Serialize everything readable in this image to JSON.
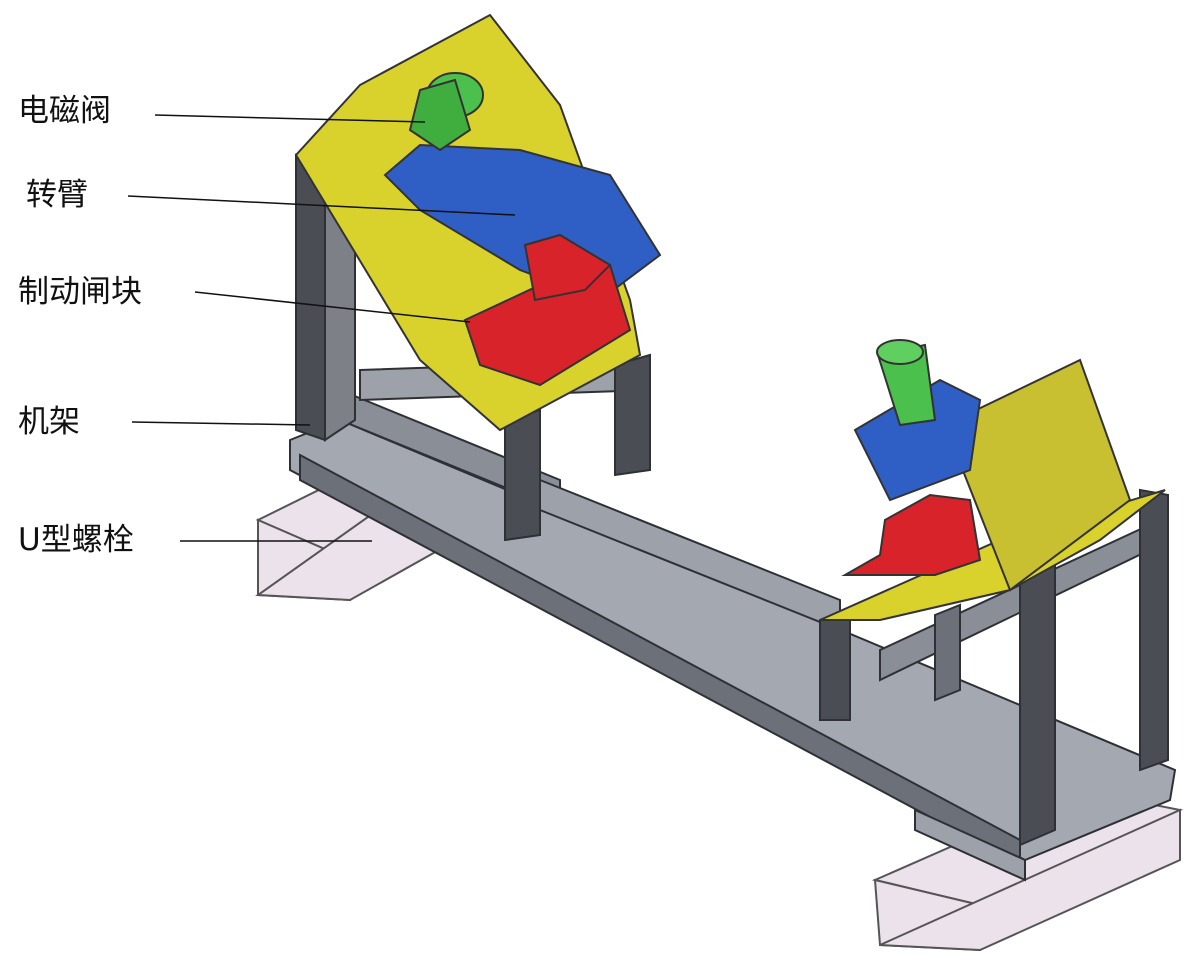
{
  "labels": {
    "solenoid_valve": "电磁阀",
    "rotating_arm": "转臂",
    "brake_shoe": "制动闸块",
    "frame": "机架",
    "u_bolt": "U型螺栓"
  },
  "colors": {
    "frame": "#7d8087",
    "frame_dark": "#3f4249",
    "plate": "#d9d22c",
    "arm": "#2f5fc4",
    "brake": "#d8232a",
    "valve": "#4cc04c",
    "channel": "#e8dde8"
  }
}
